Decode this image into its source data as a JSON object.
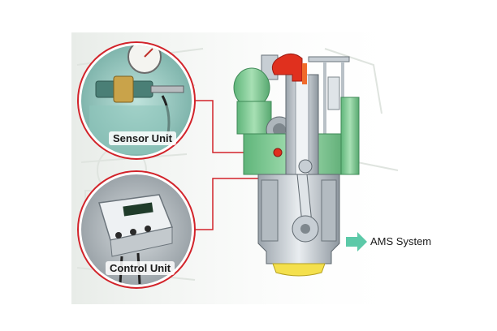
{
  "labels": {
    "sensor_unit": "Sensor Unit",
    "control_unit": "Control Unit",
    "ams_system": "AMS System"
  },
  "colors": {
    "callout_ring": "#d2232a",
    "engine_green": "#8fd3a0",
    "engine_steel": "#cfd6dc",
    "arrow_teal": "#5cc9a8",
    "highlight_red": "#e0301e",
    "highlight_yellow": "#f4e04d"
  },
  "icons": {
    "sensor_photo": "sensor-unit-photo",
    "control_photo": "control-unit-photo",
    "engine": "marine-engine-cutaway",
    "arrow": "arrow-right-icon"
  }
}
